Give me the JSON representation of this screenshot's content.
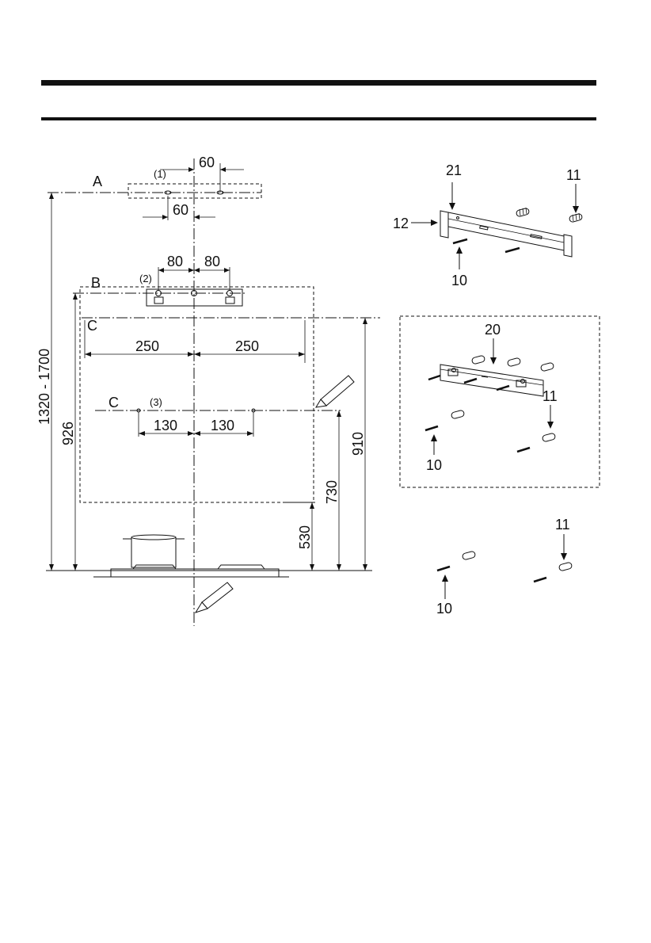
{
  "labels": {
    "A": "A",
    "B": "B",
    "C1": "C",
    "C2": "C",
    "ref1": "(1)",
    "ref2": "(2)",
    "ref3": "(3)"
  },
  "dimensions": {
    "d60_top": "60",
    "d60_bottom": "60",
    "d80_left": "80",
    "d80_right": "80",
    "d250_left": "250",
    "d250_right": "250",
    "d130_left": "130",
    "d130_right": "130",
    "d1320_1700": "1320 - 1700",
    "d926": "926",
    "d910": "910",
    "d730": "730",
    "d530": "530"
  },
  "parts": {
    "p21": "21",
    "p11_a": "11",
    "p12": "12",
    "p10_a": "10",
    "p20": "20",
    "p11_b": "11",
    "p10_b": "10",
    "p11_c": "11",
    "p10_c": "10"
  }
}
